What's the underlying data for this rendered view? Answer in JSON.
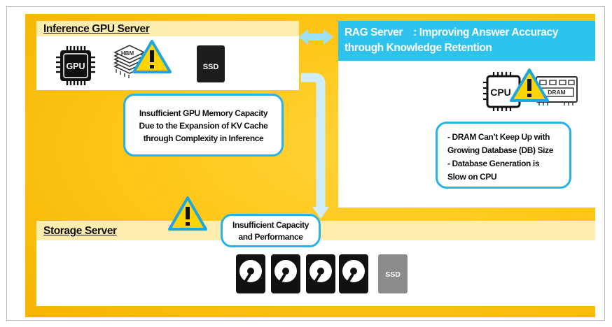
{
  "inference": {
    "title": "Inference GPU Server",
    "chips": {
      "gpu": "GPU",
      "hbm": "HBM",
      "ssd": "SSD"
    },
    "callout": [
      "Insufficient GPU Memory Capacity",
      "Due to the Expansion of KV Cache",
      "through Complexity in Inference"
    ]
  },
  "rag": {
    "title": "RAG Server　: Improving Answer Accuracy through Knowledge Retention",
    "chips": {
      "cpu": "CPU",
      "dram": "DRAM"
    },
    "callout": [
      "- DRAM Can’t Keep Up with",
      "Growing Database (DB) Size",
      "- Database Generation is",
      "Slow on CPU"
    ]
  },
  "storage": {
    "title": "Storage Server",
    "callout": [
      "Insufficient Capacity",
      "and Performance"
    ],
    "ssd": "SSD"
  },
  "icons": {
    "warning": "warning-icon",
    "arrow": "double-arrow-icon",
    "connector": "flow-arrow-icon"
  },
  "colors": {
    "background": "#ffc71a",
    "header": "#fcecae",
    "rag_header": "#2ec3ee",
    "callout_border": "#26b2ea",
    "warning": "#ffd400"
  }
}
